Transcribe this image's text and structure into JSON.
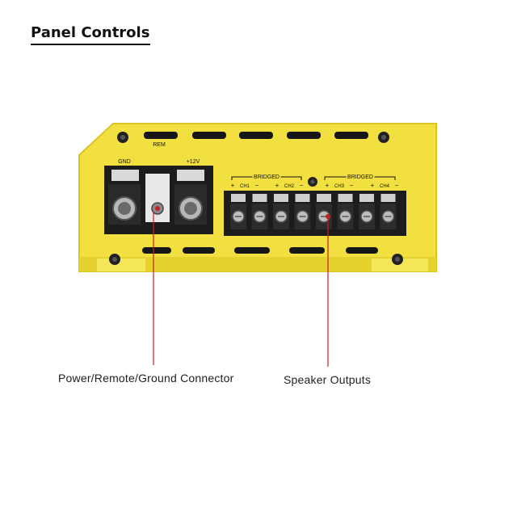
{
  "heading": {
    "title": "Panel Controls"
  },
  "panel": {
    "labels": {
      "gnd": "GND",
      "rem": "REM",
      "v12": "+12V",
      "bridged_left": "BRIDGED",
      "bridged_right": "BRIDGED",
      "ch1": "CH1",
      "ch2": "CH2",
      "ch3": "CH3",
      "ch4": "CH4",
      "plus": "+",
      "minus": "−"
    },
    "colors": {
      "body": "#f2e040",
      "body_edge": "#d8c520",
      "terminal": "#1e1e1e",
      "callout_line": "#c22222"
    }
  },
  "callouts": {
    "power": "Power/Remote/Ground Connector",
    "speaker": "Speaker Outputs"
  }
}
